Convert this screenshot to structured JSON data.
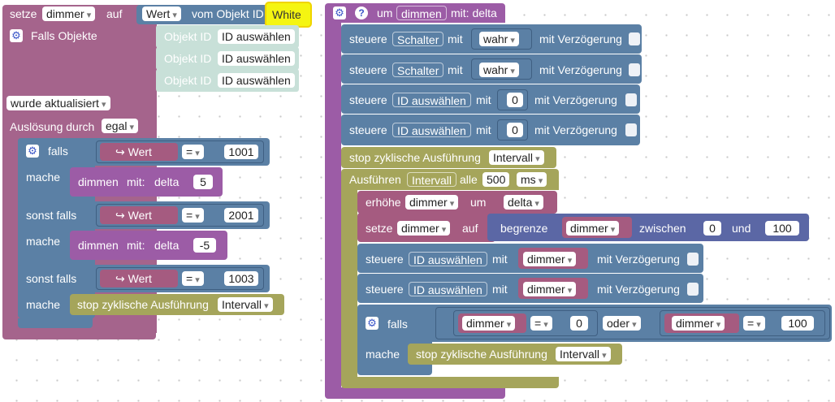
{
  "left_block": {
    "setze": "setze",
    "var": "dimmer",
    "auf": "auf",
    "wert_field": "Wert",
    "vom_objekt": "vom Objekt ID",
    "white": "White",
    "falls_objekte": "Falls Objekte",
    "objekt_id": "Objekt ID",
    "id_auswaehlen": "ID auswählen",
    "wurde_aktualisiert": "wurde aktualisiert",
    "ausloesung": "Auslösung durch",
    "egal": "egal",
    "falls": "falls",
    "mache": "mache",
    "sonst_falls": "sonst falls",
    "wert_arrow": "↪ Wert",
    "eq": "=",
    "val1": "1001",
    "val2": "2001",
    "val3": "1003",
    "dimmen": "dimmen",
    "mit": "mit:",
    "delta": "delta",
    "d1": "5",
    "d2": "-5",
    "stop": "stop zyklische Ausführung",
    "intervall": "Intervall"
  },
  "right_block": {
    "um": "um",
    "func_name": "dimmen",
    "mit_delta": "mit: delta",
    "steuere": "steuere",
    "schalter": "Schalter",
    "mit": "mit",
    "wahr": "wahr",
    "mit_verz": "mit Verzögerung",
    "id_auswaehlen": "ID auswählen",
    "zero": "0",
    "stop": "stop zyklische Ausführung",
    "intervall": "Intervall",
    "ausfuehren": "Ausführen",
    "alle": "alle",
    "ms_val": "500",
    "ms": "ms",
    "erhoehe": "erhöhe",
    "dimmer": "dimmer",
    "um_word": "um",
    "delta": "delta",
    "setze": "setze",
    "auf": "auf",
    "begrenze": "begrenze",
    "zwischen": "zwischen",
    "und": "und",
    "min": "0",
    "max": "100",
    "falls": "falls",
    "oder": "oder",
    "eq": "=",
    "c0": "0",
    "c100": "100",
    "mache": "mache"
  },
  "colors": {
    "event": "#a5648c",
    "logic": "#5b80a5",
    "func": "#9c5ca6",
    "timer": "#a5a55b",
    "var": "#a55b80",
    "objid": "#c8e0d8"
  }
}
